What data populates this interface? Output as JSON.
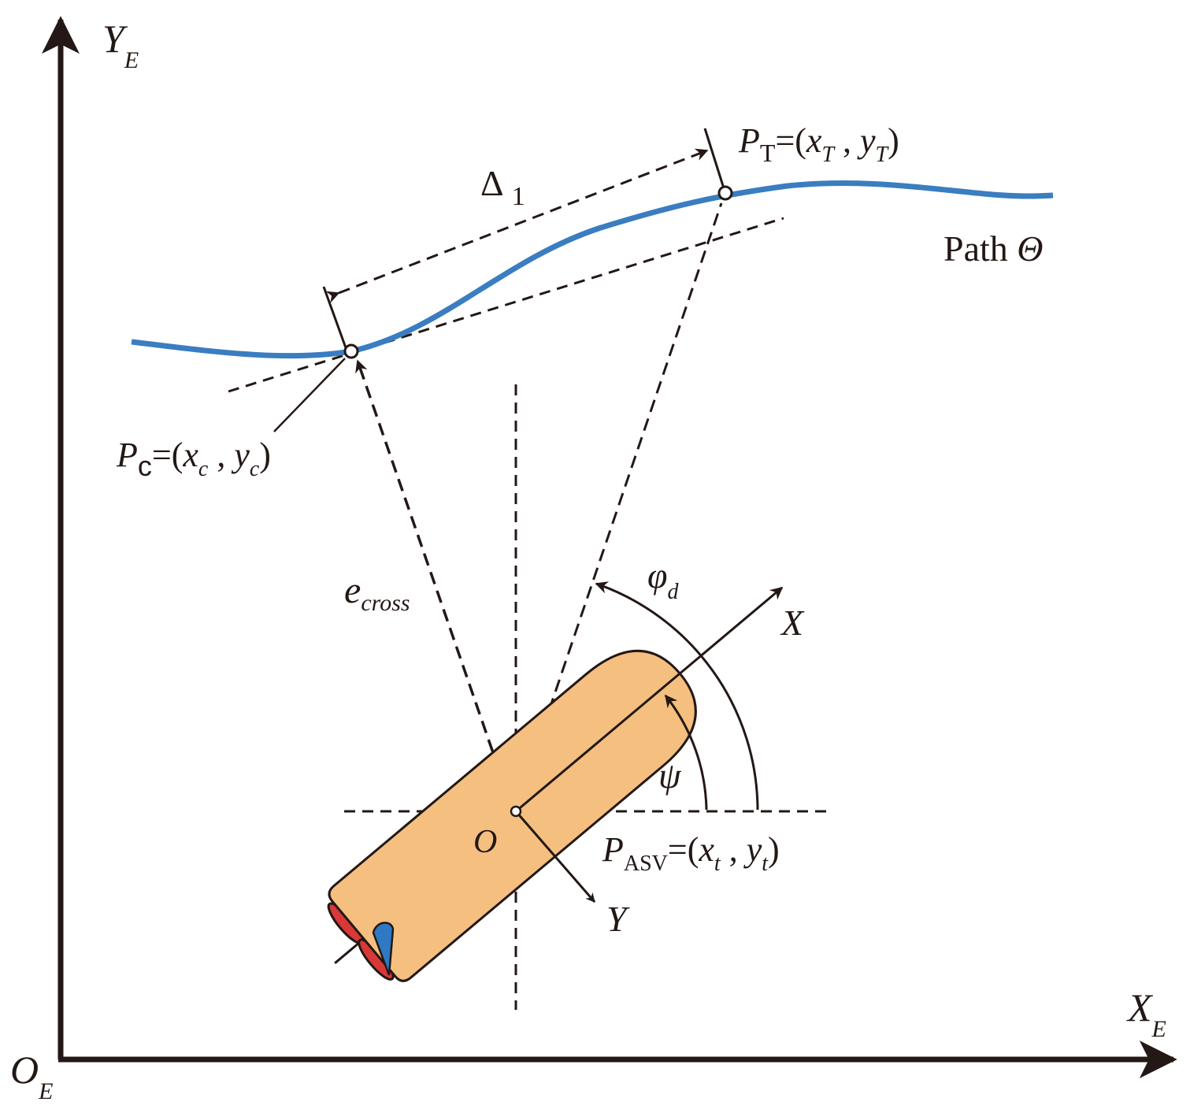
{
  "colors": {
    "ink": "#231815",
    "path": "#3a7dc0",
    "hull": "#f5bf80",
    "propeller": "#d93838",
    "rudder": "#2f78c2",
    "background": "#ffffff"
  },
  "axes": {
    "y_axis": {
      "main": "Y",
      "sub": "E"
    },
    "x_axis": {
      "main": "X",
      "sub": "E"
    },
    "origin": {
      "main": "O",
      "sub": "E"
    }
  },
  "path_label": {
    "word": "Path",
    "symbol": "Θ"
  },
  "delta": {
    "main": "Δ",
    "sub": "1"
  },
  "point_T": {
    "p": "P",
    "p_sub": "T",
    "eq": "=(",
    "x": "x",
    "x_sub": "T",
    "comma": " , ",
    "y": "y",
    "y_sub": "T",
    "close": ")"
  },
  "point_c": {
    "p": "P",
    "p_sub": "c",
    "eq": "=(",
    "x": "x",
    "x_sub": "c",
    "comma": " , ",
    "y": "y",
    "y_sub": "c",
    "close": ")"
  },
  "point_asv": {
    "p": "P",
    "p_sub": "ASV",
    "eq": "=(",
    "x": "x",
    "x_sub": "t",
    "comma": " , ",
    "y": "y",
    "y_sub": "t",
    "close": ")"
  },
  "e_cross": {
    "main": "e",
    "sub": "cross"
  },
  "phi_d": {
    "main": "φ",
    "sub": "d"
  },
  "psi": "ψ",
  "body_x": "X",
  "body_y": "Y",
  "body_origin": "O"
}
